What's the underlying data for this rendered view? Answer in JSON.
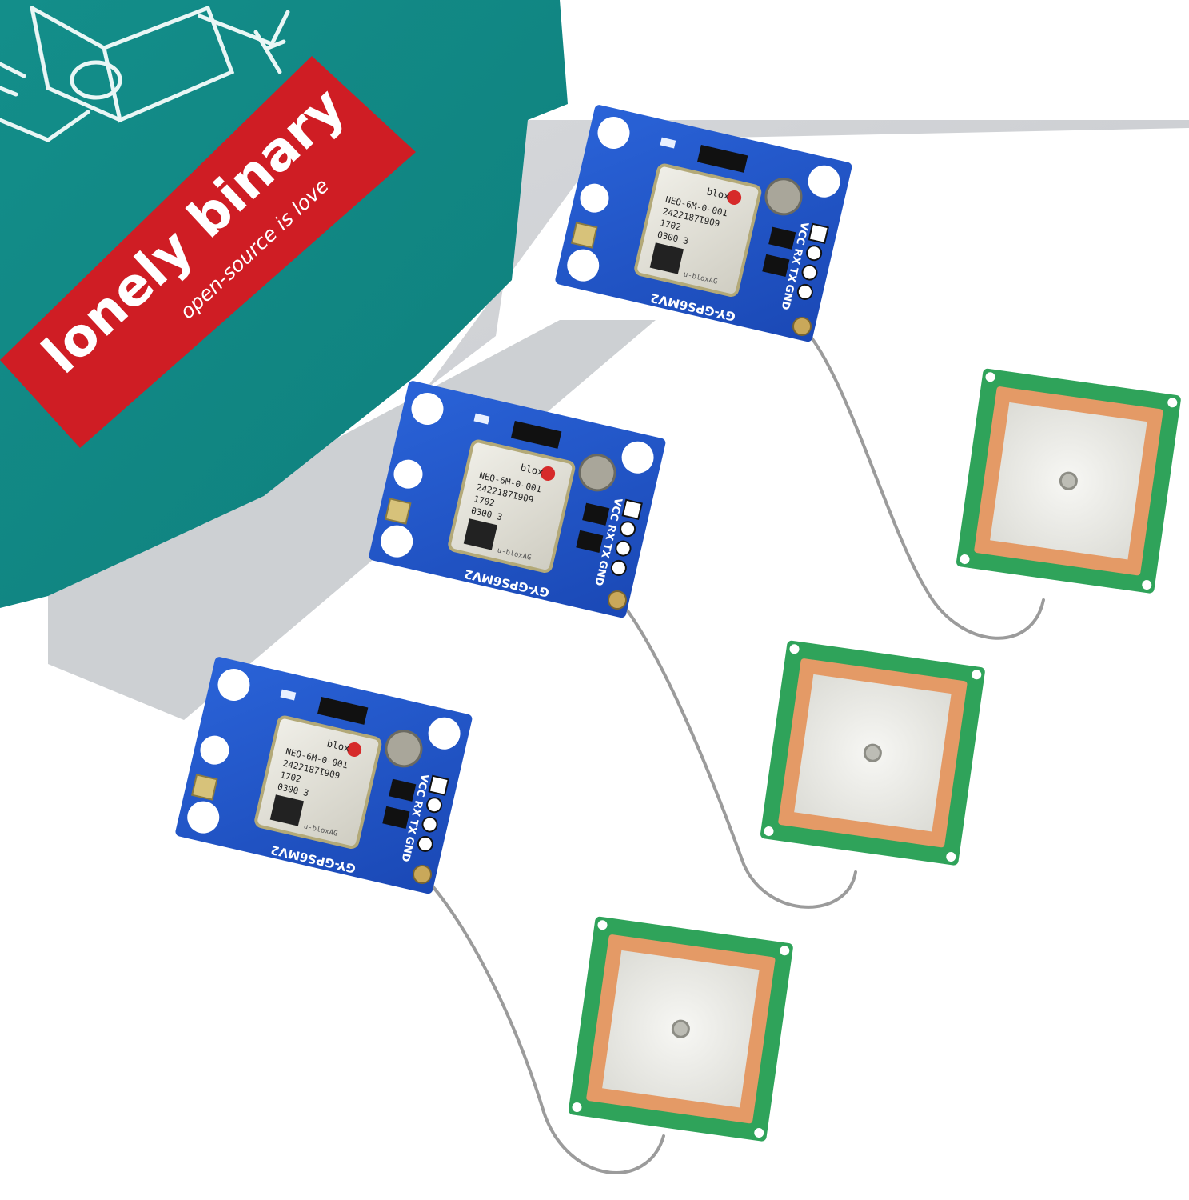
{
  "brand": {
    "name": "lonely binary",
    "tagline": "open-source is love",
    "colors": {
      "teal": "#138a85",
      "red": "#cf1d24",
      "gray": "#cfd1d4"
    }
  },
  "modules": [
    {
      "board_label": "GY-GPS6MV2",
      "pin_labels": [
        "VCC",
        "RX",
        "TX",
        "GND"
      ],
      "chip": {
        "maker": "blox",
        "model": "NEO-6M-0-001",
        "line1": "2422187I909",
        "line2": "1702",
        "line3": "0300  3",
        "footer": "u-bloxAG"
      }
    },
    {
      "board_label": "GY-GPS6MV2",
      "pin_labels": [
        "VCC",
        "RX",
        "TX",
        "GND"
      ],
      "chip": {
        "maker": "blox",
        "model": "NEO-6M-0-001",
        "line1": "2422187I909",
        "line2": "1702",
        "line3": "0300  3",
        "footer": "u-bloxAG"
      }
    },
    {
      "board_label": "GY-GPS6MV2",
      "pin_labels": [
        "VCC",
        "RX",
        "TX",
        "GND"
      ],
      "chip": {
        "maker": "blox",
        "model": "NEO-6M-0-001",
        "line1": "2422187I909",
        "line2": "1702",
        "line3": "0300  3",
        "footer": "u-bloxAG"
      }
    }
  ],
  "antennas": [
    {
      "type": "ceramic patch antenna"
    },
    {
      "type": "ceramic patch antenna"
    },
    {
      "type": "ceramic patch antenna"
    }
  ],
  "colors": {
    "pcb_blue": "#1f53c8",
    "antenna_green": "#2fa35a",
    "antenna_orange": "#e49a66",
    "shield_silver": "#e3e2d9",
    "cable_gray": "#9a9a9a"
  }
}
